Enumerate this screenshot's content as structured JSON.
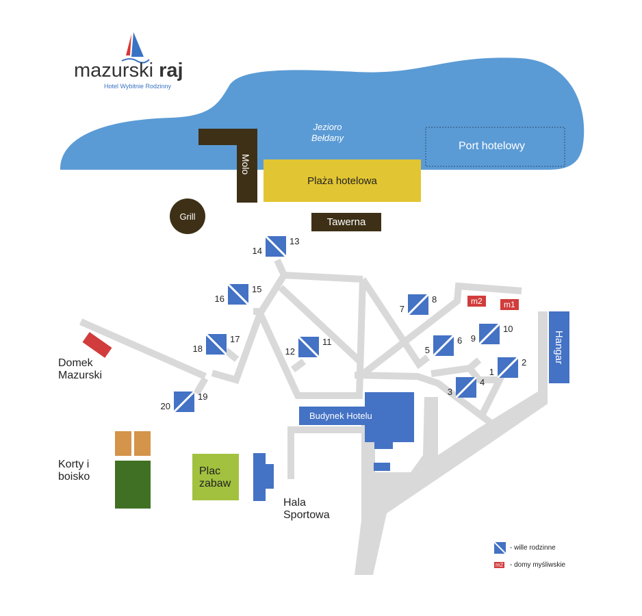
{
  "logo": {
    "name_light": "mazurski ",
    "name_bold": "raj",
    "tagline": "Hotel Wybitnie Rodzinny"
  },
  "lake": {
    "name": "Jezioro\nBełdany",
    "port": "Port hotelowy"
  },
  "places": {
    "molo": "Molo",
    "plaza": "Plaża hotelowa",
    "grill": "Grill",
    "tawerna": "Tawerna",
    "hangar": "Hangar",
    "budynek": "Budynek Hotelu",
    "domek": "Domek\nMazurski",
    "korty": "Korty i\nboisko",
    "plac": "Plac\nzabaw",
    "hala": "Hala\nSportowa"
  },
  "villas": [
    "1",
    "2",
    "3",
    "4",
    "5",
    "6",
    "7",
    "8",
    "9",
    "10",
    "11",
    "12",
    "13",
    "14",
    "15",
    "16",
    "17",
    "18",
    "19",
    "20"
  ],
  "hunting_houses": [
    "m1",
    "m2"
  ],
  "legend": {
    "villa": "- wille rodzinne",
    "hunting_sample": "m2",
    "hunting": "- domy myśliwskie"
  },
  "colors": {
    "water": "#5b9bd5",
    "villa": "#4472c4",
    "dark": "#3d3016",
    "beach": "#e2c532",
    "road": "#d9d9d9",
    "hunting": "#d13c3c",
    "grass": "#3f7023",
    "court": "#d4944a",
    "playground": "#a2c13f"
  }
}
